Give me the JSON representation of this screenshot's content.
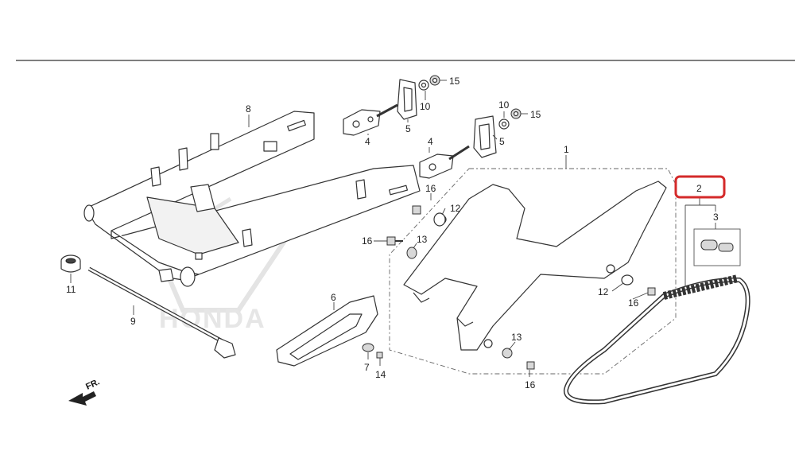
{
  "diagram": {
    "watermark": "HONDA",
    "direction_label": "FR.",
    "highlight_color": "#d42a2a",
    "callouts": {
      "c1": "1",
      "c2": "2",
      "c3": "3",
      "c4a": "4",
      "c4b": "4",
      "c5a": "5",
      "c5b": "5",
      "c6": "6",
      "c7": "7",
      "c8": "8",
      "c9": "9",
      "c10a": "10",
      "c10b": "10",
      "c11": "11",
      "c12a": "12",
      "c12b": "12",
      "c13a": "13",
      "c13b": "13",
      "c14": "14",
      "c15a": "15",
      "c15b": "15",
      "c16a": "16",
      "c16b": "16",
      "c16c": "16"
    }
  }
}
